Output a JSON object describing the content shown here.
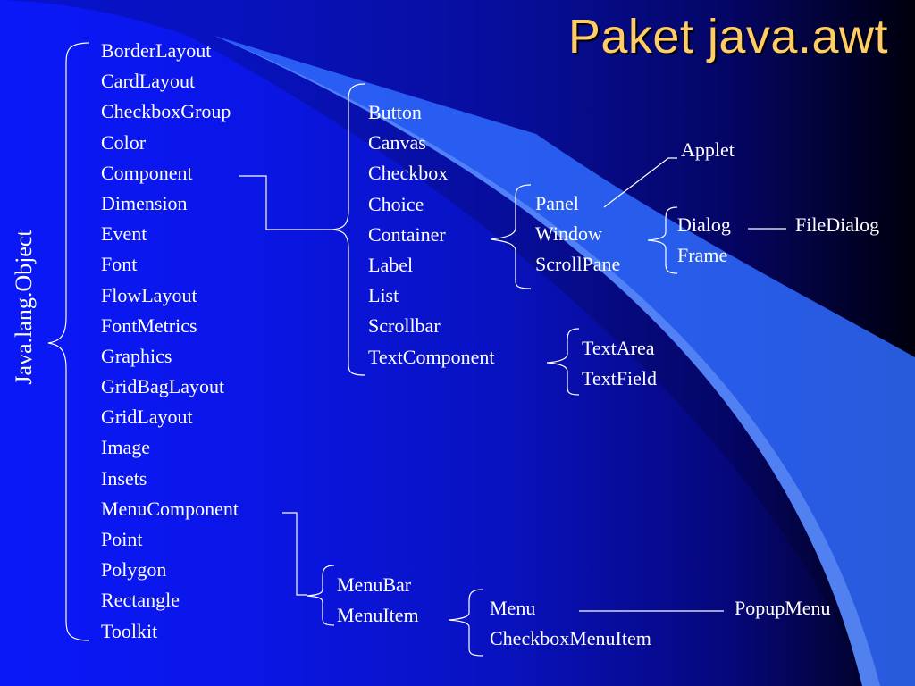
{
  "title": "Paket java.awt",
  "root": "Java.lang.Object",
  "object_children": [
    "BorderLayout",
    "CardLayout",
    "CheckboxGroup",
    "Color",
    "Component",
    "Dimension",
    "Event",
    "Font",
    "FlowLayout",
    "FontMetrics",
    "Graphics",
    "GridBagLayout",
    "GridLayout",
    "Image",
    "Insets",
    "MenuComponent",
    "Point",
    "Polygon",
    "Rectangle",
    "Toolkit"
  ],
  "component_children": [
    "Button",
    "Canvas",
    "Checkbox",
    "Choice",
    "Container",
    "Label",
    "List",
    "Scrollbar",
    "TextComponent"
  ],
  "container_children": [
    "Panel",
    "Window",
    "ScrollPane"
  ],
  "window_children": [
    "Dialog",
    "Frame"
  ],
  "applet": "Applet",
  "file_dialog": "FileDialog",
  "textcomponent_children": [
    "TextArea",
    "TextField"
  ],
  "menucomponent_children": [
    "MenuBar",
    "MenuItem"
  ],
  "menuitem_children": [
    "Menu",
    "CheckboxMenuItem"
  ],
  "popup_menu": "PopupMenu"
}
